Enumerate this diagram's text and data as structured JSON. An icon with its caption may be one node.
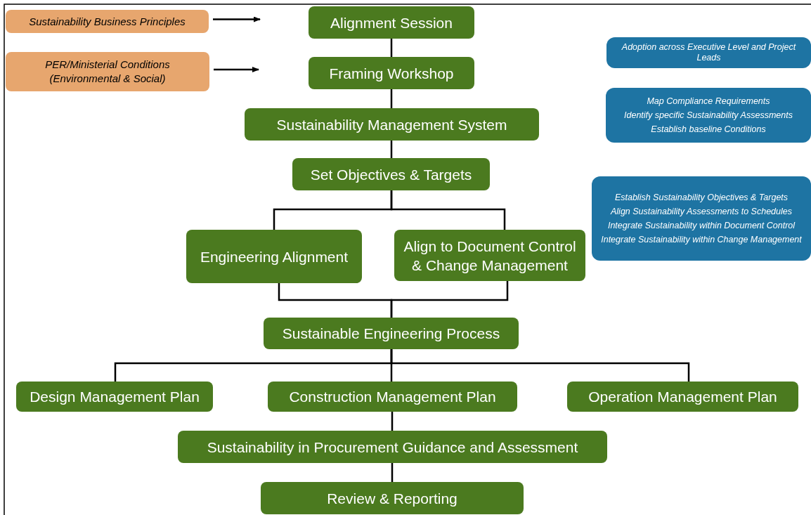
{
  "diagram": {
    "nodes": [
      {
        "text": [
          "Sustainability Business Principles"
        ]
      },
      {
        "text": [
          "Alignment Session"
        ]
      },
      {
        "text": [
          "Adoption across Executive Level and Project Leads"
        ]
      },
      {
        "text": [
          "PER/Ministerial Conditions (Environmental & Social)"
        ]
      },
      {
        "text": [
          "Framing Workshop"
        ]
      },
      {
        "text": [
          "Map Compliance Requirements",
          "Identify specific Sustainability Assessments",
          "Establish baseline Conditions"
        ]
      },
      {
        "text": [
          "Sustainability Management System"
        ]
      },
      {
        "text": [
          "Set Objectives & Targets"
        ]
      },
      {
        "text": [
          "Establish Sustainability Objectives & Targets",
          "Align Sustainability Assessments to Schedules",
          "Integrate Sustainability within Document Control",
          "Integrate Sustainability within Change Management"
        ]
      },
      {
        "text": [
          "Engineering Alignment"
        ]
      },
      {
        "text": [
          "Align to Document Control & Change Management"
        ]
      },
      {
        "text": [
          "Sustainable Engineering Process"
        ]
      },
      {
        "text": [
          "Design Management Plan"
        ]
      },
      {
        "text": [
          "Construction Management Plan"
        ]
      },
      {
        "text": [
          "Operation Management Plan"
        ]
      },
      {
        "text": [
          "Sustainability in Procurement Guidance and Assessment"
        ]
      },
      {
        "text": [
          "Review & Reporting"
        ]
      }
    ],
    "edges": [
      {
        "from": 0,
        "to": null,
        "arrow": "to"
      },
      {
        "from": 3,
        "to": null,
        "arrow": "to"
      },
      {
        "from": 1,
        "to": 4,
        "arrow": "none"
      },
      {
        "from": 4,
        "to": 6,
        "arrow": "none"
      },
      {
        "from": 6,
        "to": 7,
        "arrow": "none"
      },
      {
        "from": 7,
        "to": 9,
        "arrow": "none"
      },
      {
        "from": 7,
        "to": 10,
        "arrow": "none"
      },
      {
        "from": 9,
        "to": 11,
        "arrow": "none"
      },
      {
        "from": 10,
        "to": 11,
        "arrow": "none"
      },
      {
        "from": 11,
        "to": 12,
        "arrow": "none"
      },
      {
        "from": 11,
        "to": 13,
        "arrow": "none"
      },
      {
        "from": 11,
        "to": 14,
        "arrow": "none"
      },
      {
        "from": 13,
        "to": 15,
        "arrow": "none"
      },
      {
        "from": 15,
        "to": 16,
        "arrow": "none"
      }
    ]
  }
}
